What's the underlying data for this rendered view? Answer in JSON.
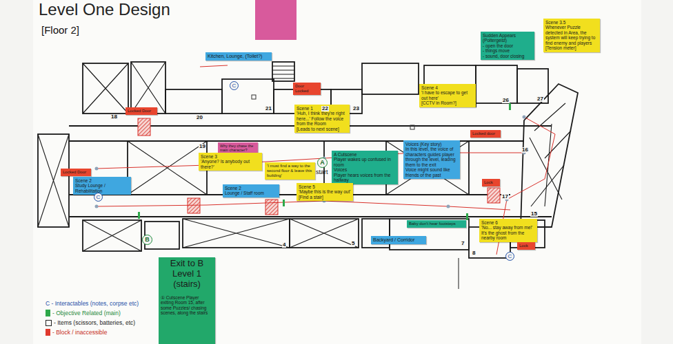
{
  "diagram": {
    "title": "Level One Design",
    "nodes": [
      {
        "text": [
          "Kitchen, Lounge, (Toilet?)"
        ]
      },
      {
        "text": [
          "Scene 3.5",
          "Whenever Puzzle detected in Area, the system will keep trying to find enemy and players",
          "[Tension meter]"
        ]
      },
      {
        "text": [
          "Sudden Appears (Poltergeist)",
          "- open the door",
          "- things move",
          "- sound, door closing"
        ]
      },
      {
        "text": [
          "Door Locked"
        ]
      },
      {
        "text": [
          "Scene 4",
          "'I have to escape to get out here'",
          "[CCTV in Room?]"
        ]
      },
      {
        "text": [
          "Locked Door"
        ]
      },
      {
        "text": [
          "Scene 1",
          "'Huh, I think they're right here...' Follow the voice from the Room",
          "[Leads to next scene]"
        ]
      },
      {
        "text": [
          "Locked door"
        ]
      },
      {
        "text": [
          "Why they chase the main character?"
        ]
      },
      {
        "text": [
          "Scene 3",
          "'Anyone? Is anybody out there?'"
        ]
      },
      {
        "text": [
          "'I must find a way to the second floor & leave this building'"
        ]
      },
      {
        "text": [
          "A"
        ]
      },
      {
        "text": [
          "A Cutscene",
          "Player wakes up confused in room",
          "Voices",
          "Player hears voices from the hallway"
        ]
      },
      {
        "text": [
          "Voices (Key story)",
          "In this level, the voice of characters guides player through the level, leading them to the exit",
          "Voice might sound like friends of the past"
        ]
      },
      {
        "text": [
          "Locked Door"
        ]
      },
      {
        "text": [
          "Scene 2",
          "Study Lounge / Rehabilitation"
        ]
      },
      {
        "text": [
          "Scene 2",
          "Lounge / Staff room"
        ]
      },
      {
        "text": [
          "Scene 5",
          "'Maybe this is the way out'",
          "[Find a stair]"
        ]
      },
      {
        "text": [
          "Lock"
        ]
      },
      {
        "text": [
          "Baby don't hear footsteps"
        ]
      },
      {
        "text": [
          "Scene 6",
          "'No... stay away from me!'",
          "It's the ghost from the nearby room"
        ]
      },
      {
        "text": [
          "Lock"
        ]
      },
      {
        "text": [
          "Backyard / Corridor"
        ]
      },
      {
        "text": [
          "B"
        ]
      },
      {
        "text": [
          "Exit to B Level 1 (stairs)",
          "① Cutscene Player exiting Room 15, after some Puzzles/ chasing scenes, along the stairs"
        ]
      }
    ],
    "labels": [
      "[Floor 2]",
      "18",
      "20",
      "21",
      "22",
      "23",
      "26",
      "27",
      "19",
      "16",
      "17",
      "15",
      "4",
      "5",
      "7",
      "8",
      "start",
      "C",
      "C",
      "C"
    ],
    "legend": [
      {
        "text": "C - Interactables (notes, corpse etc)"
      },
      {
        "text": "- Objective Related (main)",
        "color": "#2ea84a"
      },
      {
        "text": "- Items (scissors, batteries, etc)"
      },
      {
        "text": "- Block / inaccessible",
        "color": "#e03a2e"
      }
    ]
  }
}
